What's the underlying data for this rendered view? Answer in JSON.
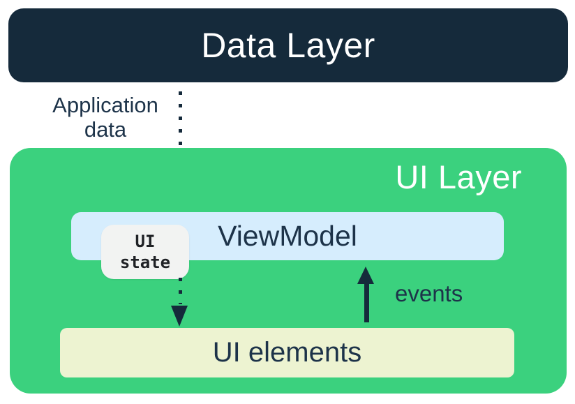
{
  "colors": {
    "navy": "#152A3B",
    "navy-text": "#1D3349",
    "green": "#3BD17E",
    "light-blue": "#D6EDFD",
    "cream": "#EDF3D1",
    "pill-bg": "#F2F3F2",
    "pill-text": "#1F2125",
    "white": "#FFFFFF"
  },
  "data_layer": {
    "title": "Data Layer"
  },
  "arrows": {
    "application_data_label": "Application data",
    "events_label": "events"
  },
  "ui_layer": {
    "title": "UI Layer",
    "viewmodel_label": "ViewModel",
    "ui_state_label": "UI state",
    "ui_elements_label": "UI elements"
  }
}
